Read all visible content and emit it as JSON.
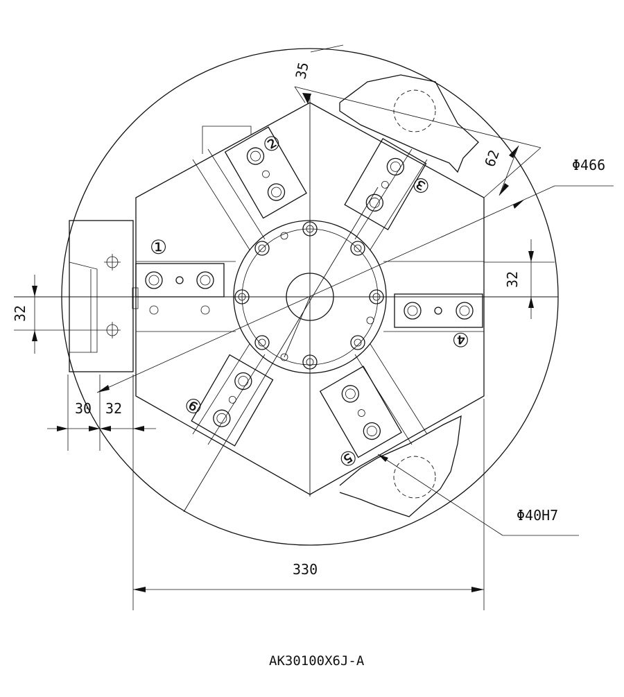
{
  "drawing": {
    "code": "AK30100X6J-A",
    "dimensions": {
      "dia_outer": "Φ466",
      "dia_bore": "Φ40H7",
      "width_330": "330",
      "dim_35": "35",
      "dim_62": "62",
      "dim_32_left": "32",
      "dim_32_right": "32",
      "dim_30": "30",
      "dim_32_bottom": "32"
    },
    "stations": [
      "①",
      "②",
      "③",
      "④",
      "⑤",
      "⑥"
    ]
  }
}
